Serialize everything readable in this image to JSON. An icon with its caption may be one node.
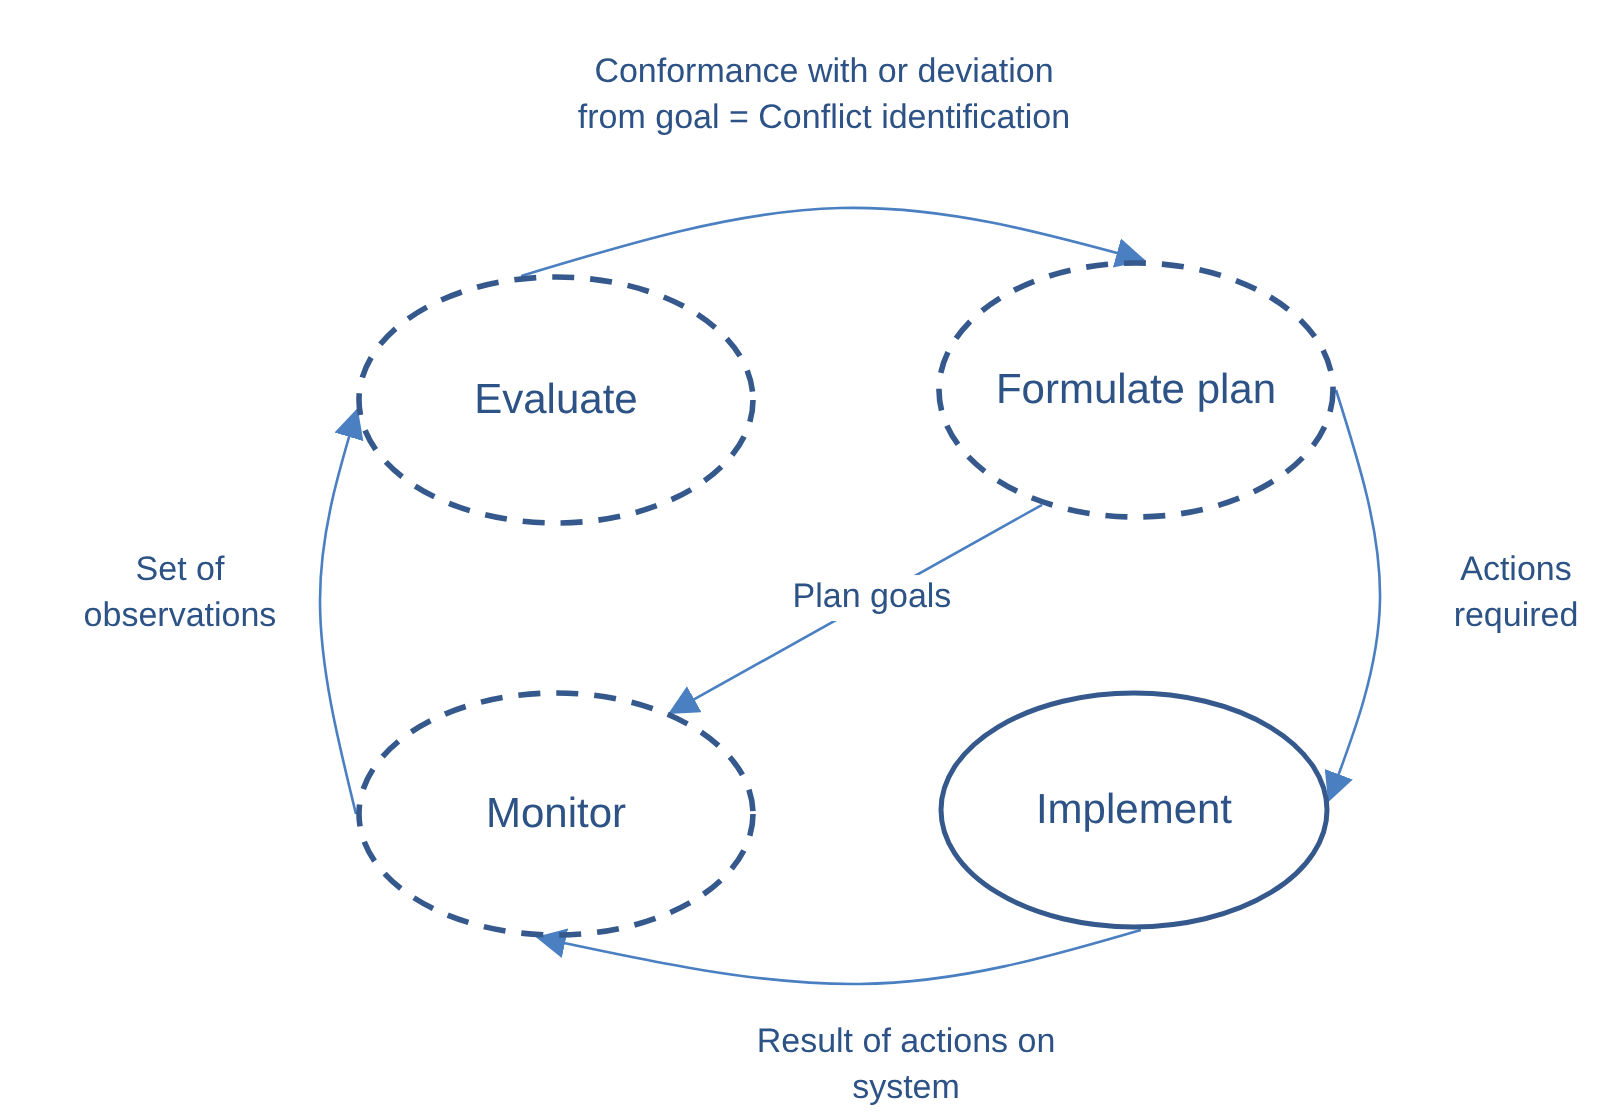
{
  "diagram": {
    "nodes": [
      {
        "text": [
          "Evaluate"
        ]
      },
      {
        "text": [
          "Formulate plan"
        ]
      },
      {
        "text": [
          "Monitor"
        ]
      },
      {
        "text": [
          "Implement"
        ]
      }
    ],
    "edges": [
      {
        "from": 0,
        "to": 1,
        "arrow": "to",
        "label": "Conformance with or deviation from goal = Conflict identification"
      },
      {
        "from": 1,
        "to": 3,
        "arrow": "to",
        "label": "Actions required"
      },
      {
        "from": 3,
        "to": 2,
        "arrow": "to",
        "label": "Result of actions on system"
      },
      {
        "from": 2,
        "to": 0,
        "arrow": "to",
        "label": "Set of observations"
      },
      {
        "from": 1,
        "to": 2,
        "arrow": "to",
        "label": "Plan goals"
      }
    ]
  }
}
